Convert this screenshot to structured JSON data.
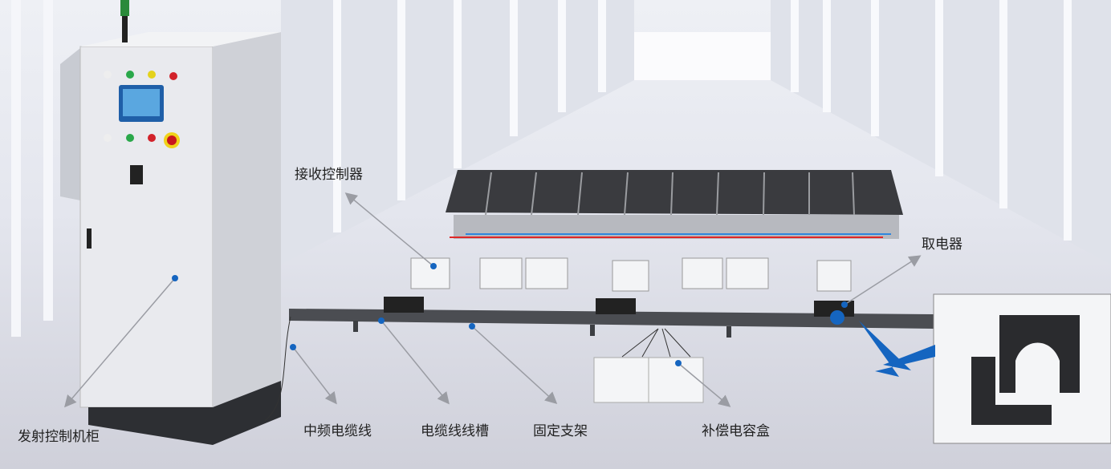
{
  "labels": {
    "receiver_controller": "接收控制器",
    "pickup": "取电器",
    "transmitter_cabinet": "发射控制机柜",
    "mf_cable": "中频电缆线",
    "cable_trough": "电缆线线槽",
    "fixed_bracket": "固定支架",
    "capacitor_box": "补偿电容盒"
  },
  "colors": {
    "marker": "#1565c0",
    "leader": "#9a9ca3",
    "accent": "#1565c0"
  }
}
